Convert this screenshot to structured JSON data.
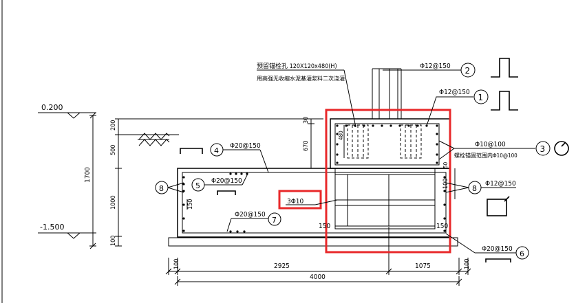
{
  "drawing": {
    "levels": {
      "top": "0.200",
      "bottom": "-1.500"
    },
    "note_hole": "预留锚栓孔 120X120x480(H)",
    "note_grout": "用高强无收缩水泥基灌浆料二次浇灌",
    "note_bolt": "螺栓锚固范围内Φ10@100",
    "rebar": {
      "r1": "Φ12@150",
      "r2": "Φ12@150",
      "r3": "Φ10@100",
      "r4": "Φ20@150",
      "r5": "Φ20@150",
      "r6": "Φ20@150",
      "r7": "Φ20@150",
      "r8": "Φ12@150",
      "mid": "3Φ10"
    },
    "markers": {
      "m1": "1",
      "m2": "2",
      "m3": "3",
      "m4": "4",
      "m5": "5",
      "m6": "6",
      "m7": "7",
      "m8a": "8",
      "m8b": "8"
    },
    "dims": {
      "d1700": "1700",
      "d200": "200",
      "d500": "500",
      "d1000": "1000",
      "d100": "100",
      "d670": "670",
      "d30": "30",
      "d480": "480",
      "d150a": "150",
      "d150b": "150",
      "d150c": "150",
      "d100r": "100",
      "d50": "50",
      "d100a": "100",
      "d2925": "2925",
      "d1075": "1075",
      "d100b": "100",
      "d4000": "4000"
    },
    "highlight_color": "#e8282a"
  }
}
